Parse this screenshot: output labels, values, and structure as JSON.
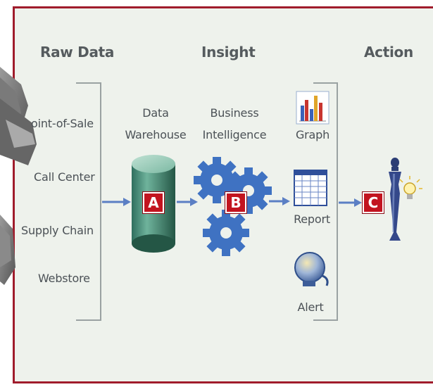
{
  "headings": {
    "raw_data": "Raw Data",
    "insight": "Insight",
    "action": "Action"
  },
  "sources": [
    "oint-of-Sale",
    "Call Center",
    "Supply Chain",
    "Webstore"
  ],
  "stages": {
    "warehouse": {
      "line1": "Data",
      "line2": "Warehouse",
      "badge": "A"
    },
    "bi": {
      "line1": "Business",
      "line2": "Intelligence",
      "badge": "B"
    },
    "action": {
      "badge": "C"
    }
  },
  "outputs": {
    "graph": "Graph",
    "report": "Report",
    "alert": "Alert"
  },
  "colors": {
    "frame_border": "#a01c2c",
    "background": "#eef2ec",
    "badge": "#c2141f",
    "arrow": "#5b7fc4",
    "gear": "#3f72c2",
    "cylinder": "#3f8e76"
  }
}
